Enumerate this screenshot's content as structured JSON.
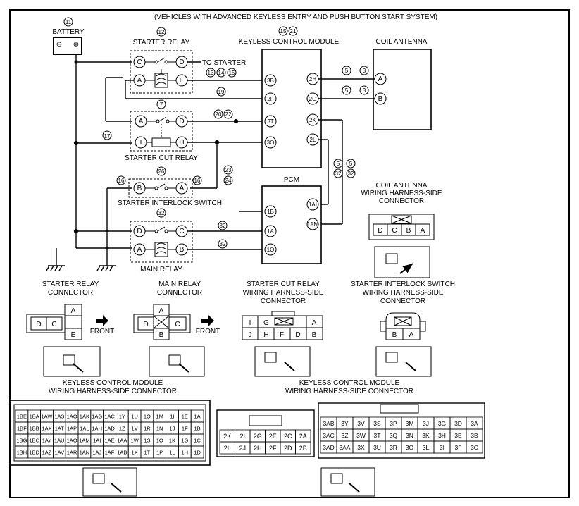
{
  "header": {
    "title": "(VEHICLES WITH ADVANCED KEYLESS ENTRY AND PUSH BUTTON START SYSTEM)"
  },
  "components": {
    "battery": {
      "label": "BATTERY",
      "ref": "11"
    },
    "starter_relay": {
      "label": "STARTER RELAY",
      "ref": "12",
      "to_starter": "TO STARTER"
    },
    "keyless_module": {
      "label": "KEYLESS CONTROL MODULE",
      "refs": [
        "15",
        "21"
      ]
    },
    "coil_antenna": {
      "label": "COIL ANTENNA"
    },
    "starter_cut_relay": {
      "label": "STARTER CUT RELAY",
      "ref": "7"
    },
    "pcm": {
      "label": "PCM"
    },
    "interlock_switch": {
      "label": "STARTER INTERLOCK SWITCH",
      "ref": "26"
    },
    "main_relay": {
      "label": "MAIN RELAY",
      "ref": "32"
    }
  },
  "terminals": {
    "sr_c": "C",
    "sr_d": "D",
    "sr_a": "A",
    "sr_e": "E",
    "scr_a": "A",
    "scr_d": "D",
    "scr_i": "I",
    "scr_h": "H",
    "sis_b": "B",
    "sis_a": "A",
    "mr_d": "D",
    "mr_c": "C",
    "mr_a": "A",
    "mr_b": "B",
    "kcm_3b": "3B",
    "kcm_2f": "2F",
    "kcm_3t": "3T",
    "kcm_3o": "3O",
    "kcm_2h": "2H",
    "kcm_2g": "2G",
    "kcm_2k": "2K",
    "kcm_2l": "2L",
    "ca_a": "A",
    "ca_b": "B",
    "pcm_1b": "1B",
    "pcm_1a": "1A",
    "pcm_1q": "1Q",
    "pcm_1ai": "1AI",
    "pcm_1am": "1AM"
  },
  "wire_refs": {
    "r_13_14_15": [
      "13",
      "14",
      "15"
    ],
    "r19": "19",
    "r20": "20",
    "r22": "22",
    "r17": "17",
    "r23": "23",
    "r24": "24",
    "r16a": "16",
    "r16b": "16",
    "r32_relay": "32",
    "r32_1a": "32",
    "r32_1q": "32",
    "r5a": "5",
    "r3a": "3",
    "r5b": "5",
    "r3b": "3",
    "r5c": "5",
    "r5d": "5",
    "r32c": "32",
    "r32d": "32"
  },
  "connectors": {
    "starter_relay": {
      "label1": "STARTER RELAY",
      "label2": "CONNECTOR",
      "pins": [
        "D",
        "C",
        "A",
        "E"
      ],
      "front": "FRONT"
    },
    "main_relay": {
      "label1": "MAIN RELAY",
      "label2": "CONNECTOR",
      "pins": [
        "D",
        "C",
        "A",
        "B"
      ],
      "front": "FRONT"
    },
    "starter_cut": {
      "label1": "STARTER CUT RELAY",
      "label2": "WIRING HARNESS-SIDE",
      "label3": "CONNECTOR",
      "row1": [
        "I",
        "G",
        "",
        "",
        "A"
      ],
      "row2": [
        "J",
        "H",
        "F",
        "D",
        "B"
      ]
    },
    "interlock": {
      "label1": "STARTER INTERLOCK SWITCH",
      "label2": "WIRING HARNESS-SIDE",
      "label3": "CONNECTOR",
      "pins": [
        "B",
        "A"
      ]
    },
    "coil_antenna": {
      "label1": "COIL ANTENNA",
      "label2": "WIRING HARNESS-SIDE",
      "label3": "CONNECTOR",
      "pins": [
        "D",
        "C",
        "B",
        "A"
      ]
    },
    "kcm_left": {
      "label1": "KEYLESS CONTROL MODULE",
      "label2": "WIRING HARNESS-SIDE CONNECTOR",
      "rows": [
        [
          "1BE",
          "1BA",
          "1AW",
          "1AS",
          "1AO",
          "1AK",
          "1AG",
          "1AC",
          "1Y",
          "1U",
          "1Q",
          "1M",
          "1I",
          "1E",
          "1A"
        ],
        [
          "1BF",
          "1BB",
          "1AX",
          "1AT",
          "1AP",
          "1AL",
          "1AH",
          "1AD",
          "1Z",
          "1V",
          "1R",
          "1N",
          "1J",
          "1F",
          "1B"
        ],
        [
          "1BG",
          "1BC",
          "1AY",
          "1AU",
          "1AQ",
          "1AM",
          "1AI",
          "1AE",
          "1AA",
          "1W",
          "1S",
          "1O",
          "1K",
          "1G",
          "1C"
        ],
        [
          "1BH",
          "1BD",
          "1AZ",
          "1AV",
          "1AR",
          "1AN",
          "1AJ",
          "1AF",
          "1AB",
          "1X",
          "1T",
          "1P",
          "1L",
          "1H",
          "1D"
        ]
      ]
    },
    "kcm_mid": {
      "rows": [
        [
          "2K",
          "2I",
          "2G",
          "2E",
          "2C",
          "2A"
        ],
        [
          "2L",
          "2J",
          "2H",
          "2F",
          "2D",
          "2B"
        ]
      ]
    },
    "kcm_right": {
      "label1": "KEYLESS CONTROL MODULE",
      "label2": "WIRING HARNESS-SIDE CONNECTOR",
      "rows": [
        [
          "3AB",
          "3Y",
          "3V",
          "3S",
          "3P",
          "3M",
          "3J",
          "3G",
          "3D",
          "3A"
        ],
        [
          "3AC",
          "3Z",
          "3W",
          "3T",
          "3Q",
          "3N",
          "3K",
          "3H",
          "3E",
          "3B"
        ],
        [
          "3AD",
          "3AA",
          "3X",
          "3U",
          "3R",
          "3O",
          "3L",
          "3I",
          "3F",
          "3C"
        ]
      ]
    }
  }
}
